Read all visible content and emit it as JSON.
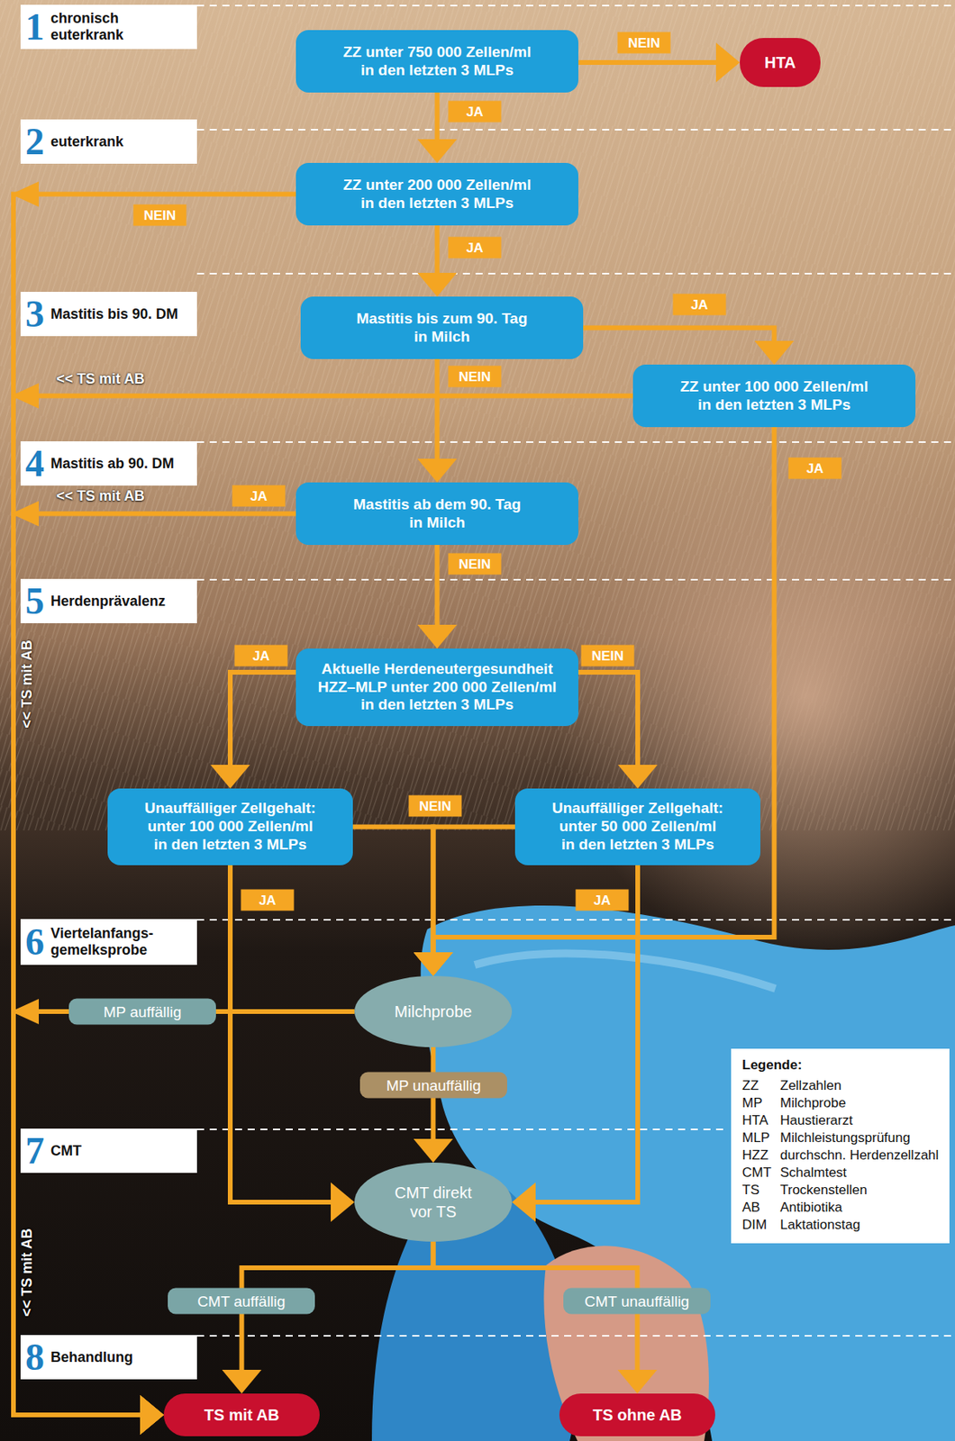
{
  "diagram": {
    "nodes": [
      {
        "text": [
          "1",
          "chronisch euterkrank"
        ]
      },
      {
        "text": [
          "ZZ unter 750 000 Zellen/ml in den letzten 3 MLPs"
        ]
      },
      {
        "text": [
          "HTA"
        ]
      },
      {
        "text": [
          "2",
          "euterkrank"
        ]
      },
      {
        "text": [
          "ZZ unter 200 000 Zellen/ml in den letzten 3 MLPs"
        ]
      },
      {
        "text": [
          "3",
          "Mastitis bis 90. DM"
        ]
      },
      {
        "text": [
          "Mastitis bis zum 90. Tag in Milch"
        ]
      },
      {
        "text": [
          "ZZ unter 100 000 Zellen/ml in den letzten 3 MLPs"
        ]
      },
      {
        "text": [
          "4",
          "Mastitis ab 90. DM"
        ]
      },
      {
        "text": [
          "Mastitis ab dem 90. Tag in Milch"
        ]
      },
      {
        "text": [
          "5",
          "Herdenprävalenz"
        ]
      },
      {
        "text": [
          "Aktuelle Herdeneutergesundheit HZZ–MLP unter 200 000 Zellen/ml in den letzten 3 MLPs"
        ]
      },
      {
        "text": [
          "Unauffälliger Zellgehalt: unter 100 000 Zellen/ml in den letzten 3 MLPs"
        ]
      },
      {
        "text": [
          "Unauffälliger Zellgehalt: unter 50 000 Zellen/ml in den letzten 3 MLPs"
        ]
      },
      {
        "text": [
          "6",
          "Viertelanfangs- gemelksprobe"
        ]
      },
      {
        "text": [
          "Milchprobe"
        ]
      },
      {
        "text": [
          "7",
          "CMT"
        ]
      },
      {
        "text": [
          "CMT direkt vor TS"
        ]
      },
      {
        "text": [
          "8",
          "Behandlung"
        ]
      },
      {
        "text": [
          "TS mit AB"
        ]
      },
      {
        "text": [
          "TS ohne AB"
        ]
      }
    ],
    "edges": [
      {
        "from": 1,
        "to": 2,
        "label": "NEIN",
        "arrow": "to"
      },
      {
        "from": 1,
        "to": 4,
        "label": "JA",
        "arrow": "to"
      },
      {
        "from": 4,
        "to": 19,
        "label": "NEIN",
        "arrow": "to"
      },
      {
        "from": 4,
        "to": 6,
        "label": "JA",
        "arrow": "to"
      },
      {
        "from": 6,
        "to": 7,
        "label": "JA",
        "arrow": "to"
      },
      {
        "from": 6,
        "to": 9,
        "label": "NEIN",
        "arrow": "to"
      },
      {
        "from": 7,
        "to": 19,
        "label": "<< TS mit AB",
        "arrow": "to"
      },
      {
        "from": 7,
        "to": 15,
        "label": "JA",
        "arrow": "to"
      },
      {
        "from": 9,
        "to": 19,
        "label": "JA",
        "arrow": "to"
      },
      {
        "from": 9,
        "to": 11,
        "label": "NEIN",
        "arrow": "to"
      },
      {
        "from": 11,
        "to": 12,
        "label": "JA",
        "arrow": "to"
      },
      {
        "from": 11,
        "to": 13,
        "label": "NEIN",
        "arrow": "to"
      },
      {
        "from": 12,
        "to": 15,
        "label": "NEIN",
        "arrow": "to"
      },
      {
        "from": 13,
        "to": 15,
        "arrow": "to"
      },
      {
        "from": 12,
        "to": 17,
        "label": "JA",
        "arrow": "to"
      },
      {
        "from": 13,
        "to": 17,
        "label": "JA",
        "arrow": "to"
      },
      {
        "from": 15,
        "to": 19,
        "label": "MP auffällig",
        "arrow": "to"
      },
      {
        "from": 15,
        "to": 17,
        "label": "MP unauffällig",
        "arrow": "to"
      },
      {
        "from": 17,
        "to": 19,
        "label": "CMT auffällig",
        "arrow": "to"
      },
      {
        "from": 17,
        "to": 20,
        "label": "CMT unauffällig",
        "arrow": "to"
      }
    ],
    "labels": [
      "<< TS mit AB",
      "<< TS mit AB",
      "<< TS mit AB",
      "Legende:",
      "ZZ",
      "MP",
      "HTA",
      "MLP",
      "HZZ",
      "CMT",
      "TS",
      "AB",
      "DIM"
    ],
    "legend": [
      {
        "text": "Zellzahlen"
      },
      {
        "text": "Milchprobe"
      },
      {
        "text": "Haustierarzt"
      },
      {
        "text": "Milchleistungsprüfung"
      },
      {
        "text": "durchschn. Herdenzellzahl"
      },
      {
        "text": "Schalmtest"
      },
      {
        "text": "Trockenstellen"
      },
      {
        "text": "Antibiotika"
      },
      {
        "text": "Laktationstag"
      }
    ]
  }
}
